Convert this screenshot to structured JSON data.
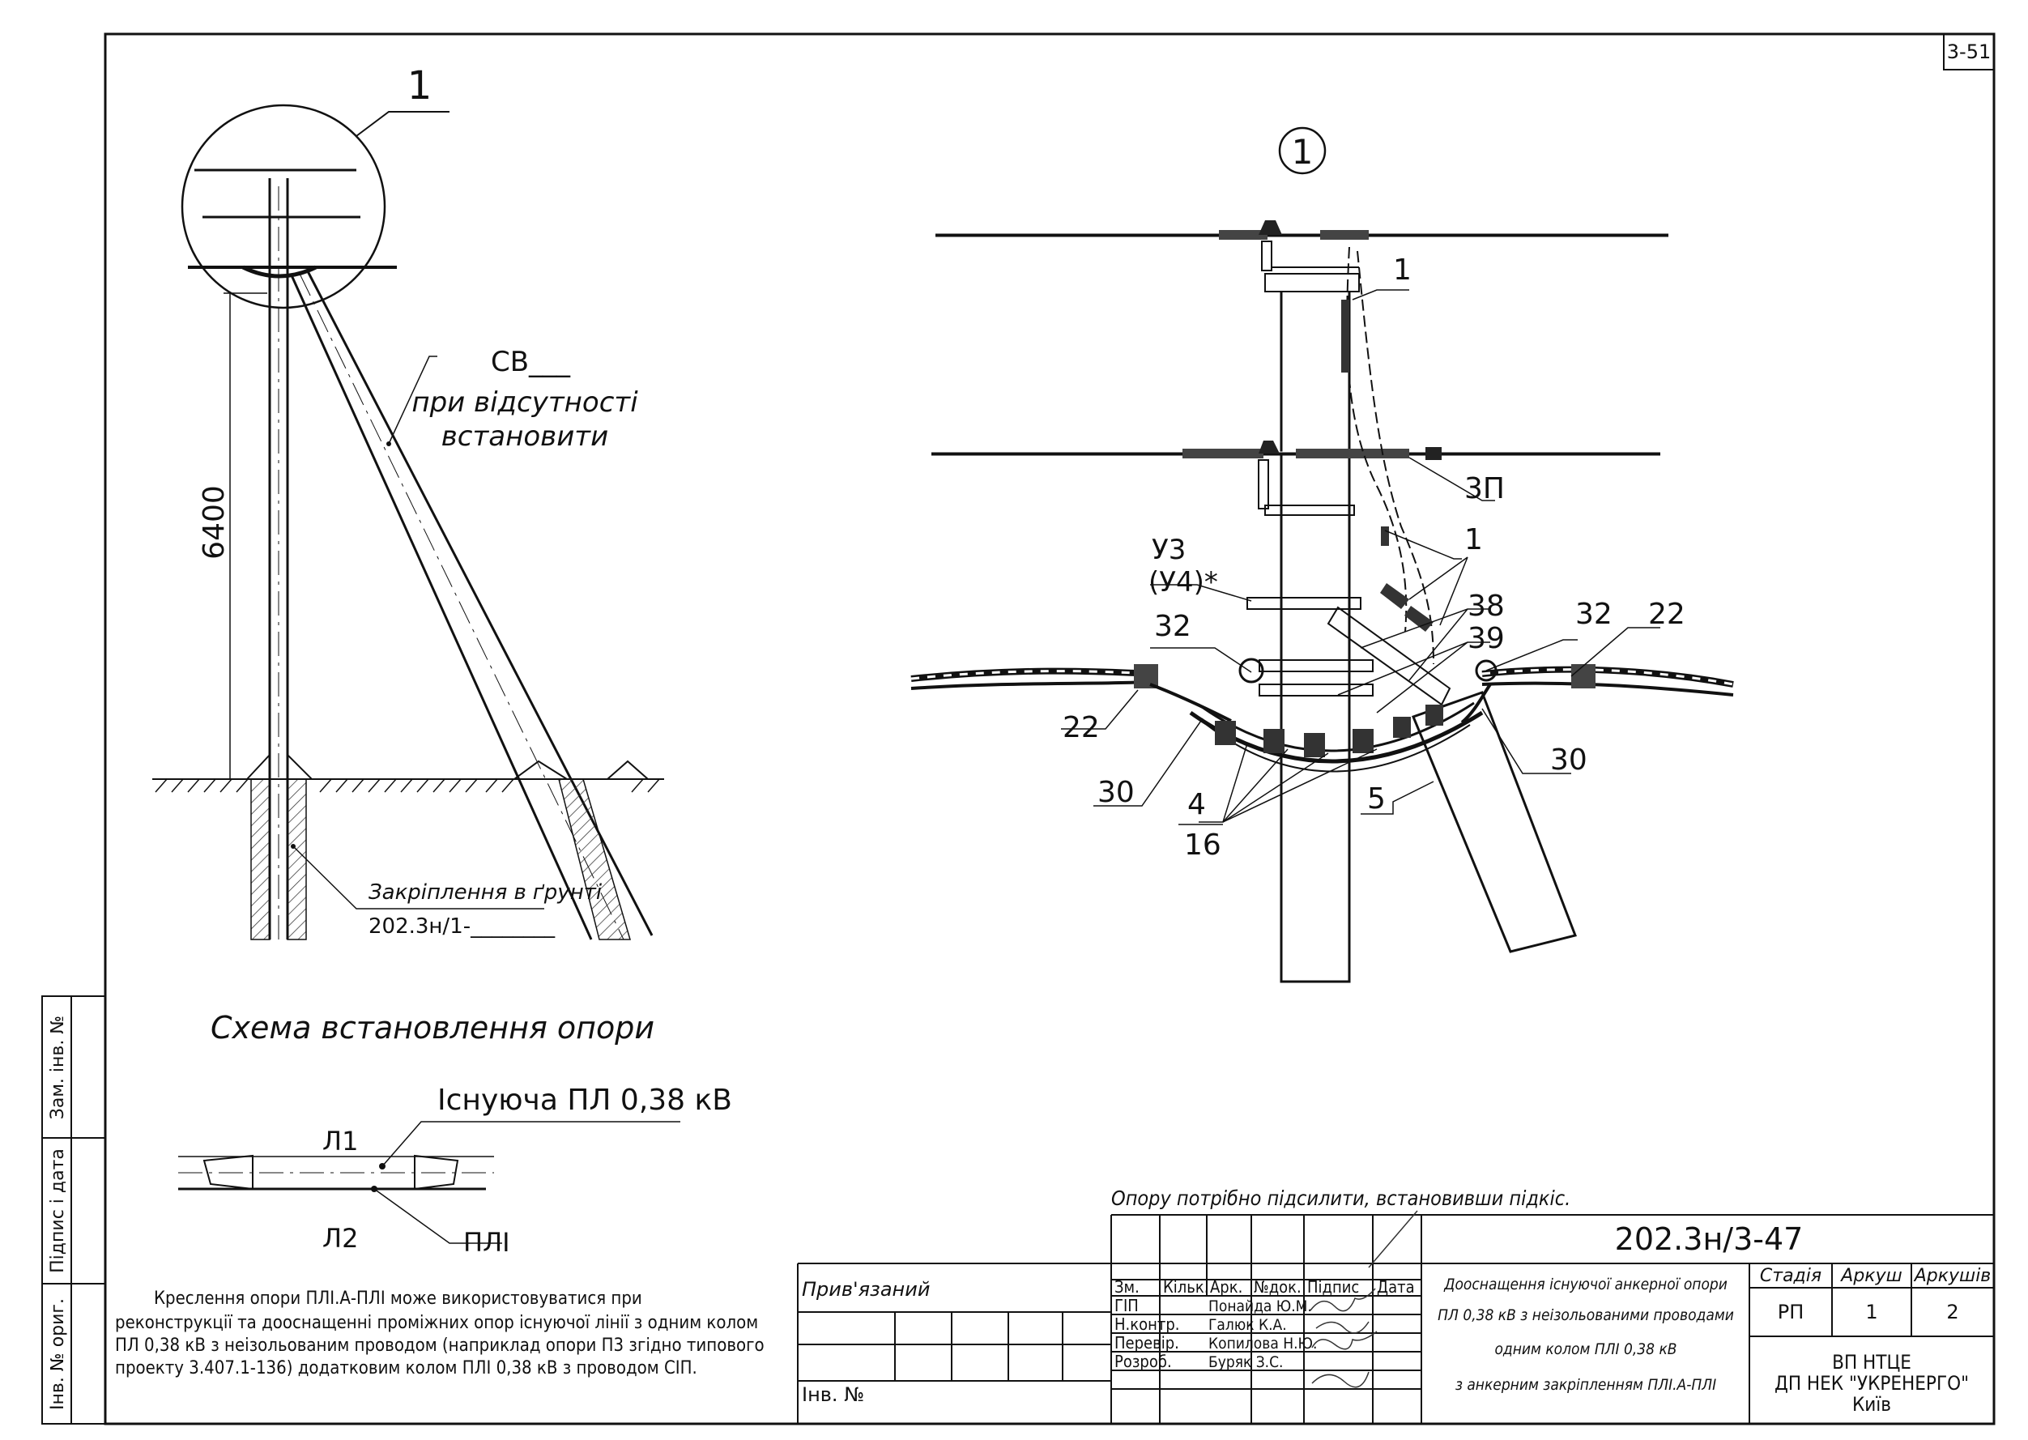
{
  "sheet_code": "3-51",
  "left_detail_callout": "1",
  "dimension_height": "6400",
  "brace_note": {
    "line1": "СВ___",
    "line2": "при відсутності",
    "line3": "встановити"
  },
  "ground_note": {
    "line1": "Закріплення в ґрунті",
    "line2": "202.3н/1-________"
  },
  "scheme_title": "Схема встановлення опори",
  "scheme": {
    "existing_line": "Існуюча ПЛ 0,38 кВ",
    "l1": "Л1",
    "l2": "Л2",
    "pli": "ПЛІ"
  },
  "detail_title": "1",
  "callouts": {
    "c1_top": "1",
    "c3p": "3П",
    "c1_mid": "1",
    "u3": "У3",
    "u4": "(У4)*",
    "c32_left": "32",
    "c32_right": "32",
    "c22_right": "22",
    "c22_left": "22",
    "c38": "38",
    "c39": "39",
    "c30_left": "30",
    "c30_right": "30",
    "c4": "4",
    "c16": "16",
    "c5": "5"
  },
  "note_reinforce": "Опору потрібно підсилити, встановивши підкіс.",
  "general_note": [
    "Креслення опори ПЛІ.А-ПЛІ може використовуватися при",
    "реконструкції та дооснащенні проміжних опор існуючої лінії з одним колом",
    "ПЛ 0,38 кВ з неізольованим проводом (наприклад опори П3 згідно типового",
    "проекту 3.407.1-136) додатковим колом ПЛІ 0,38 кВ з проводом СІП."
  ],
  "side_stamp": {
    "zam_inv": "Зам. інв. №",
    "pidpys_data": "Підпис і дата",
    "inv_orig": "Інв. № ориг."
  },
  "title_block": {
    "pryvyazanyi": "Прив'язаний",
    "inv_no": "Інв. №",
    "headers": [
      "Зм.",
      "Кільк.",
      "Арк.",
      "№док.",
      "Підпис",
      "Дата"
    ],
    "roles": [
      {
        "role": "ГІП",
        "name": "Понайда Ю.М."
      },
      {
        "role": "Н.контр.",
        "name": "Галюк К.А."
      },
      {
        "role": "Перевір.",
        "name": "Копилова Н.Ю."
      },
      {
        "role": "Розроб.",
        "name": "Буряк З.С."
      }
    ],
    "doc_code": "202.3н/3-47",
    "doc_title": [
      "Дооснащення існуючої анкерної опори",
      "ПЛ 0,38 кВ з неізольованими проводами",
      "одним колом ПЛІ 0,38 кВ",
      "з анкерним закріпленням ПЛІ.А-ПЛІ"
    ],
    "stage_label": "Стадія",
    "sheet_label": "Аркуш",
    "sheets_label": "Аркушів",
    "stage": "РП",
    "sheet": "1",
    "sheets": "2",
    "org": [
      "ВП НТЦЕ",
      "ДП НЕК \"УКРЕНЕРГО\"",
      "Київ"
    ]
  }
}
